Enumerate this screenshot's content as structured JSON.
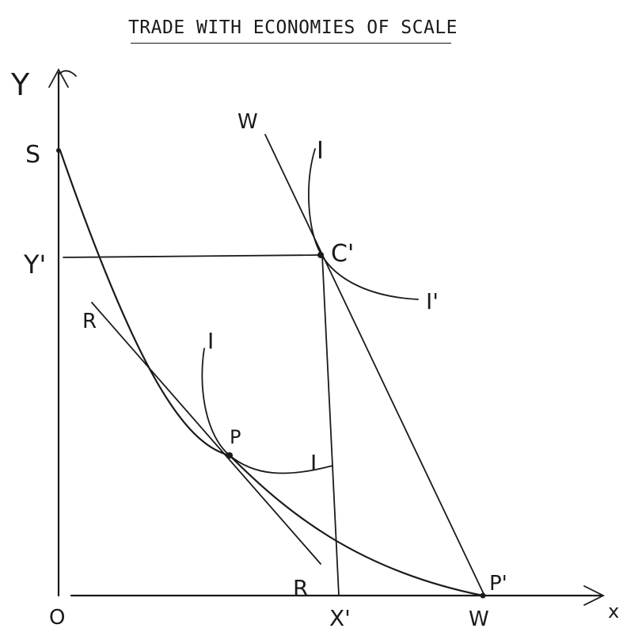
{
  "title": "TRADE WITH ECONOMIES OF SCALE",
  "labels": {
    "y_axis": "Y",
    "x_axis": "x",
    "origin": "O",
    "S": "S",
    "Y_prime": "Y'",
    "R_top": "R",
    "R_bottom": "R",
    "I_lower_top": "I",
    "I_lower_end": "I",
    "P": "P",
    "W_top": "W",
    "I_upper_top": "I",
    "I_upper_end": "I'",
    "C_prime": "C'",
    "X_prime": "X'",
    "W_bottom": "W",
    "P_prime": "P'"
  }
}
